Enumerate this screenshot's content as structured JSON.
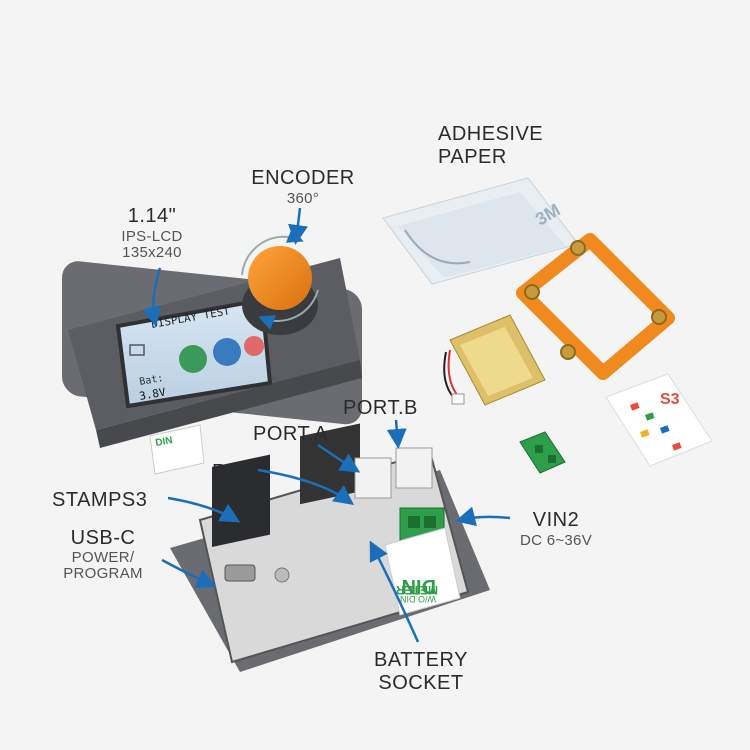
{
  "labels": {
    "adhesive": {
      "line1": "ADHESIVE",
      "line2": "PAPER"
    },
    "encoder": {
      "title": "ENCODER",
      "sub": "360°"
    },
    "lcd": {
      "title": "1.14\"",
      "sub1": "IPS-LCD",
      "sub2": "135x240"
    },
    "port_b": "PORT.B",
    "port_a": "PORT.A",
    "rst": "RST",
    "stamps3": "STAMPS3",
    "usbc": {
      "title": "USB-C",
      "sub1": "POWER/",
      "sub2": "PROGRAM"
    },
    "vin2": {
      "title": "VIN2",
      "sub": "DC 6~36V"
    },
    "battery": {
      "line1": "BATTERY",
      "line2": "SOCKET"
    }
  },
  "lcd_screen": {
    "title": "DISPLAY TEST",
    "bat_label": "Bat:",
    "bat_value": "3.8V"
  },
  "device_label": {
    "line1": "DIN",
    "line2": "METER",
    "line3": "W/O DIN"
  },
  "tape_brand": "3M",
  "sticker_title": "S3",
  "colors": {
    "arrow": "#1a6fb8",
    "orange": "#f08a1e",
    "shell": "#5b5d62",
    "green": "#2e9e4a"
  }
}
